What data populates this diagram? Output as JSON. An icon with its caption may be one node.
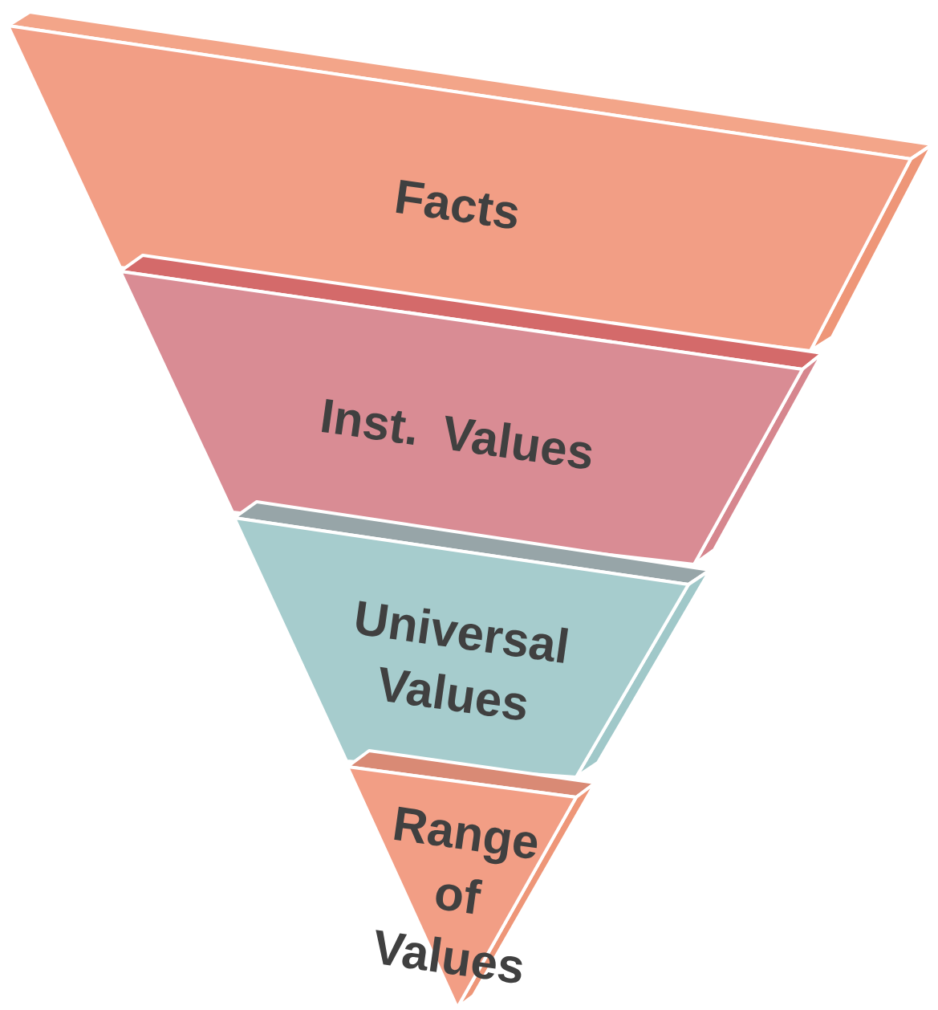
{
  "diagram": {
    "nodes": [
      {
        "text": [
          "Facts"
        ]
      },
      {
        "text": [
          "Inst. Values"
        ]
      },
      {
        "text": [
          "Universal Values"
        ]
      },
      {
        "text": [
          "Range of Values"
        ]
      }
    ]
  }
}
